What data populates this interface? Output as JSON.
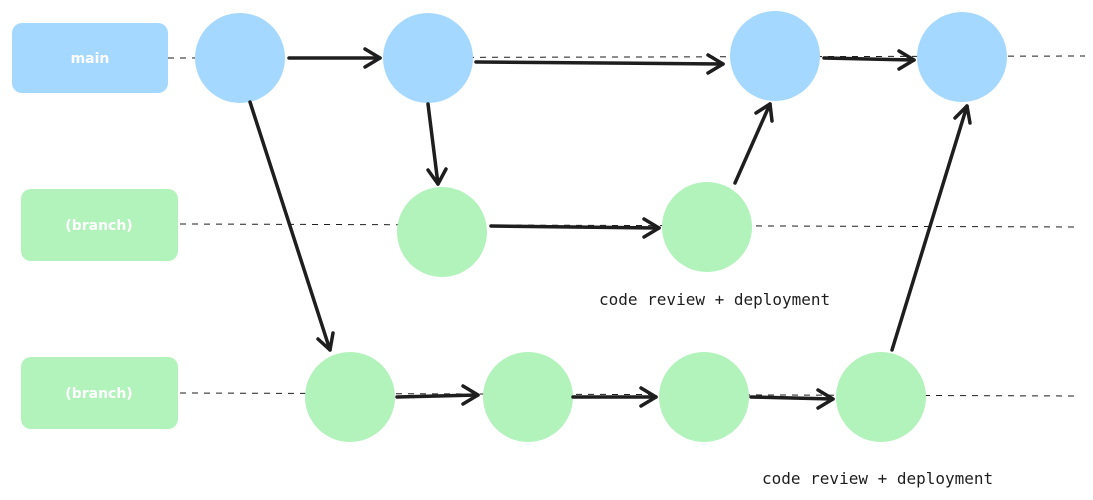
{
  "colors": {
    "main": "#a5d8ff",
    "branch": "#b2f2bb",
    "ink": "#1e1e1e"
  },
  "lanes": {
    "main": {
      "label": "main"
    },
    "branch_top": {
      "label": "(branch)"
    },
    "branch_bottom": {
      "label": "(branch)"
    }
  },
  "annotations": {
    "review_top": "code review + deployment",
    "review_bottom": "code review + deployment"
  }
}
